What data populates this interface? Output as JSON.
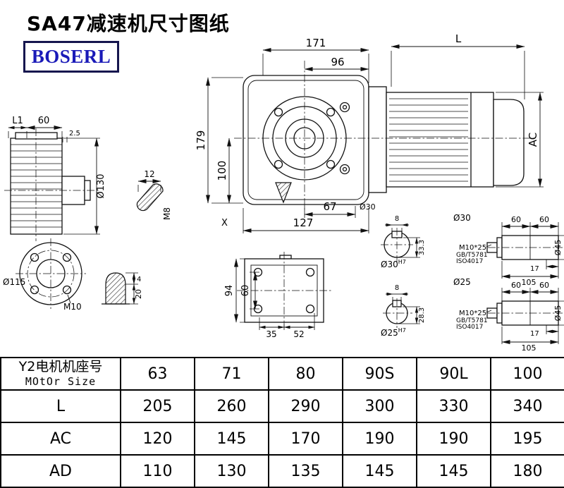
{
  "header": {
    "title": "SA47减速机尺寸图纸",
    "brand": "BOSERL"
  },
  "colors": {
    "brand_text": "#1a1ab8",
    "line": "#111111",
    "background": "#ffffff"
  },
  "main_view": {
    "dim_171": "171",
    "dim_96": "96",
    "dim_L": "L",
    "dim_179": "179",
    "dim_100": "100",
    "dim_AC": "AC",
    "dim_67": "67",
    "label_d30": "Ø30",
    "dim_127": "127",
    "label_X": "X"
  },
  "side_view": {
    "dim_L1": "L1",
    "dim_60": "60",
    "dim_2_5": "2.5",
    "dim_d130": "Ø130"
  },
  "key_detail": {
    "dim_12": "12",
    "label_M8": "M8"
  },
  "flange_detail": {
    "label_d115": "Ø115",
    "label_M10": "M10"
  },
  "plug_detail": {
    "dim_4": "4",
    "dim_20": "20"
  },
  "bottom_view": {
    "dim_94": "94",
    "dim_60": "60",
    "dim_35": "35",
    "dim_52": "52"
  },
  "shaft30": {
    "row_label": "Ø30",
    "dim_8": "8",
    "dim_33_3": "33.3",
    "bore": "Ø30",
    "bore_tol": "H7",
    "bolt": "M10*25",
    "std1": "GB/T5781",
    "std2": "ISO4017",
    "dim_60a": "60",
    "dim_60b": "60",
    "dim_17": "17",
    "dim_105": "105",
    "dim_d45": "Ø45"
  },
  "shaft25": {
    "row_label": "Ø25",
    "dim_8": "8",
    "dim_28_3": "28.3",
    "bore": "Ø25",
    "bore_tol": "H7",
    "bolt": "M10*25",
    "std1": "GB/T5781",
    "std2": "ISO4017",
    "dim_60a": "60",
    "dim_60b": "60",
    "dim_17": "17",
    "dim_105": "105",
    "dim_d45": "Ø45"
  },
  "table": {
    "header_line1": "Y2电机机座号",
    "header_line2": "MOtOr Size",
    "columns": [
      "63",
      "71",
      "80",
      "90S",
      "90L",
      "100"
    ],
    "rows": [
      {
        "label": "L",
        "values": [
          "205",
          "260",
          "290",
          "300",
          "330",
          "340"
        ]
      },
      {
        "label": "AC",
        "values": [
          "120",
          "145",
          "170",
          "190",
          "190",
          "195"
        ]
      },
      {
        "label": "AD",
        "values": [
          "110",
          "130",
          "135",
          "145",
          "145",
          "180"
        ]
      }
    ]
  }
}
